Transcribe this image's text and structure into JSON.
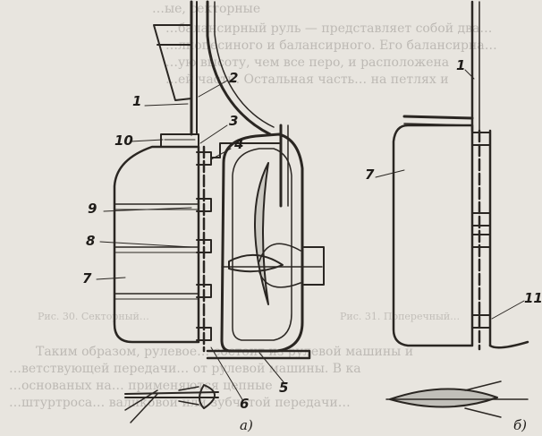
{
  "bleed_through": {
    "top_lines": [
      "…ые, секторные",
      "…балансирный руль — представляет собой два…",
      "…лнопесиного и балансирного. Его балансирна…",
      "…ую высоту, чем все перо, и расположена",
      "…ей части. Остальная часть… на петлях и"
    ],
    "captions": [
      "Рис. 30. Секторный…",
      "Рис. 31. Поперечный…"
    ],
    "bottom_lines": [
      "Таким образом, рулевое… состоит из рулевой машины и",
      "…ветствующей передачи… от рулевой машины. В ка",
      "…основаных на… применяются цепные",
      "…штуртроса… валиковой или зубчатой передачи…"
    ]
  },
  "figure_a": {
    "labels": [
      "1",
      "2",
      "3",
      "4",
      "10",
      "9",
      "8",
      "7",
      "5",
      "6"
    ],
    "caption": "а)"
  },
  "figure_b": {
    "labels": [
      "1",
      "7",
      "11"
    ],
    "caption": "б)"
  }
}
